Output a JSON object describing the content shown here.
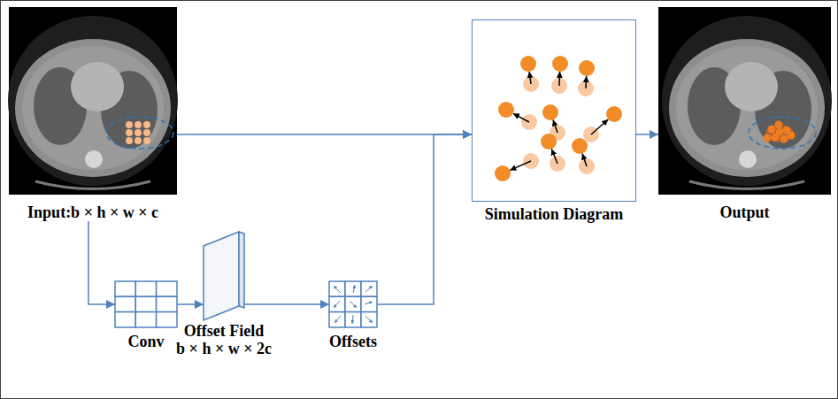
{
  "diagram": {
    "nodes": [
      {
        "text": [
          "Input:b × h × w × c"
        ]
      },
      {
        "text": [
          "Conv"
        ]
      },
      {
        "text": [
          "Offset Field",
          "b × h × w × 2c"
        ]
      },
      {
        "text": [
          "Offsets"
        ]
      },
      {
        "text": [
          "Simulation Diagram"
        ]
      },
      {
        "text": [
          "Output"
        ]
      }
    ],
    "edges": [
      {
        "from": 0,
        "to": 4,
        "arrow": "to"
      },
      {
        "from": 0,
        "to": 1,
        "arrow": "to"
      },
      {
        "from": 1,
        "to": 2,
        "arrow": "to"
      },
      {
        "from": 2,
        "to": 3,
        "arrow": "to"
      },
      {
        "from": 3,
        "to": 4,
        "arrow": "to"
      },
      {
        "from": 4,
        "to": 5,
        "arrow": "to"
      }
    ]
  }
}
